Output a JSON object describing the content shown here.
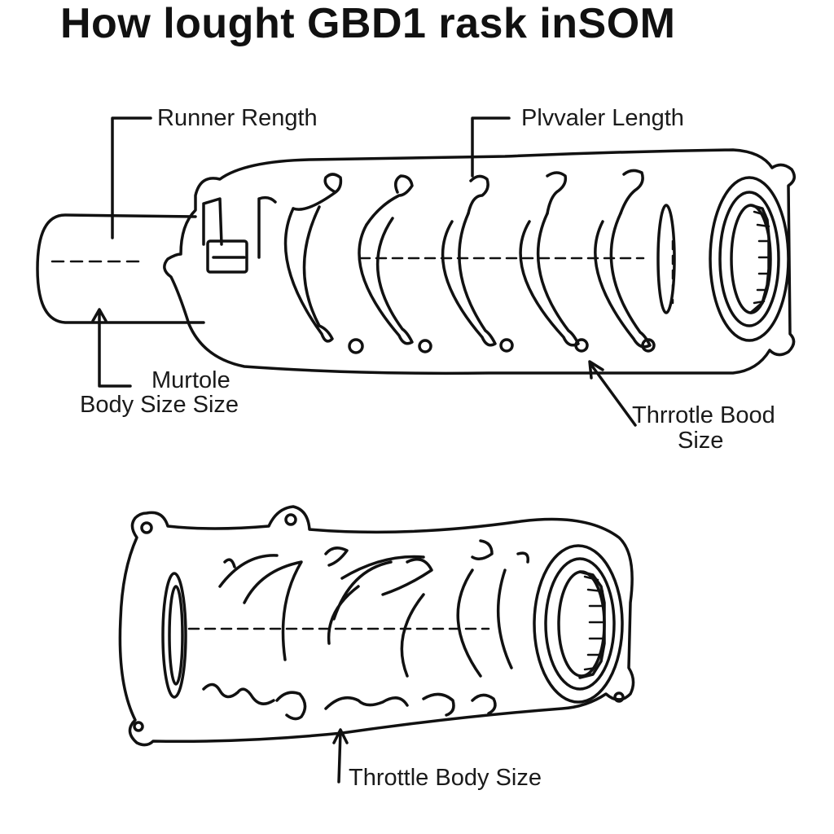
{
  "title": "How lought GBD1 rask inSOM",
  "labels": {
    "runner_length": "Runner Rength",
    "plenum_length": "Plvvaler Length",
    "murtole_line1": "Murtole",
    "murtole_line2": "Body Size Size",
    "throttle_bood_line1": "Thrrotle Bood",
    "throttle_bood_line2": "Size",
    "throttle_body_size": "Throttle Body Size"
  },
  "colors": {
    "ink": "#111111",
    "background": "#ffffff"
  }
}
